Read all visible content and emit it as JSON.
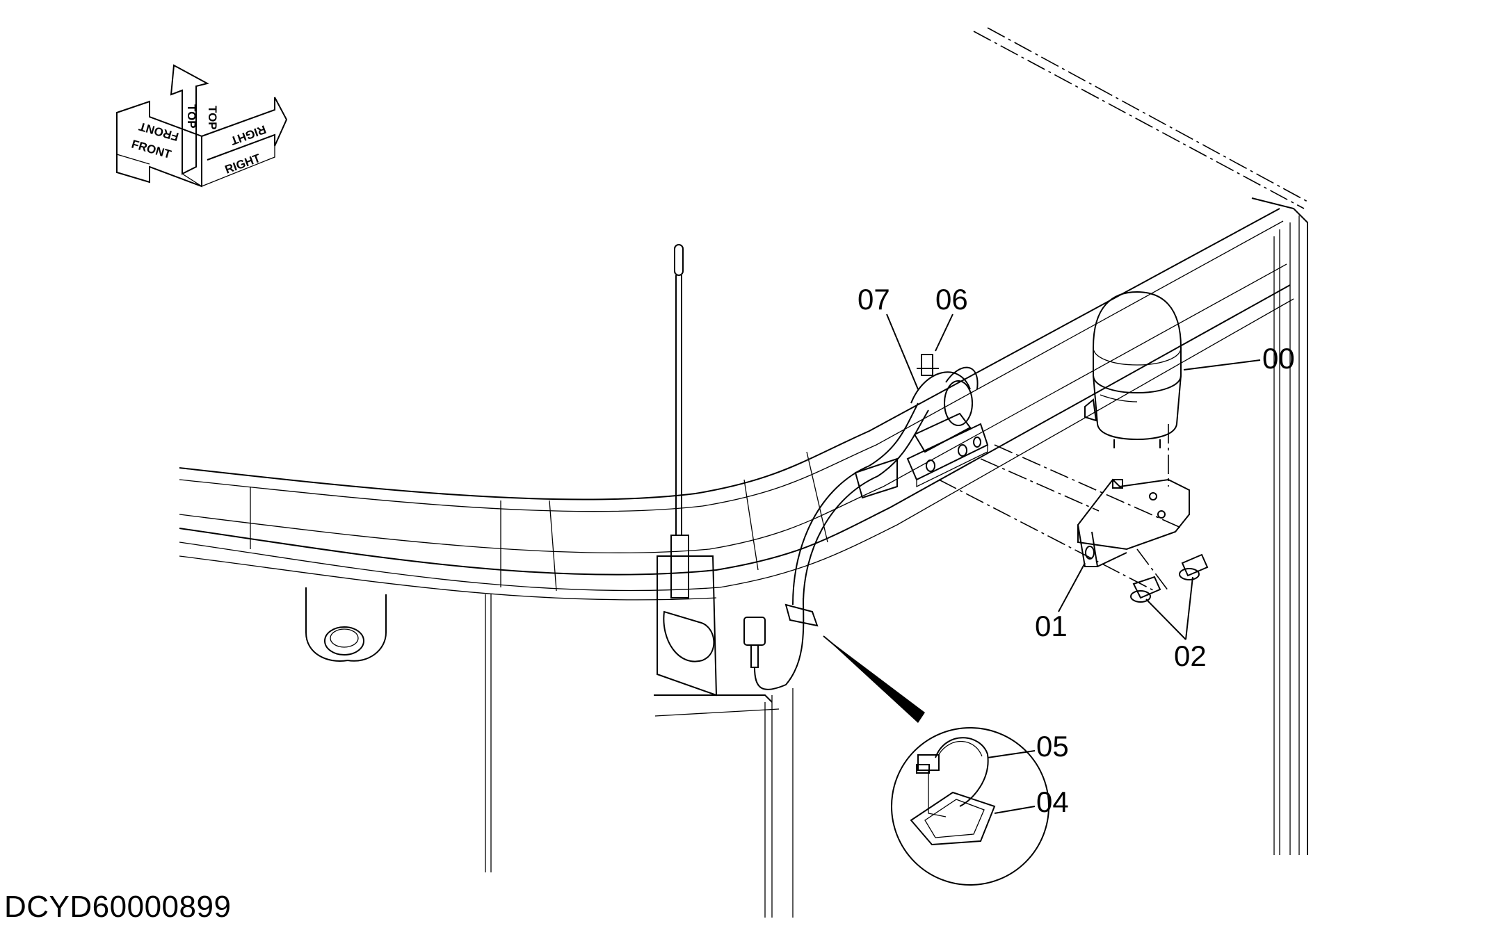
{
  "orientation": {
    "front_label": "FRONT",
    "top_label": "TOP",
    "right_label": "RIGHT"
  },
  "callouts": {
    "c00": "00",
    "c01": "01",
    "c02": "02",
    "c04": "04",
    "c05": "05",
    "c06": "06",
    "c07": "07"
  },
  "document_id": "DCYD60000899"
}
